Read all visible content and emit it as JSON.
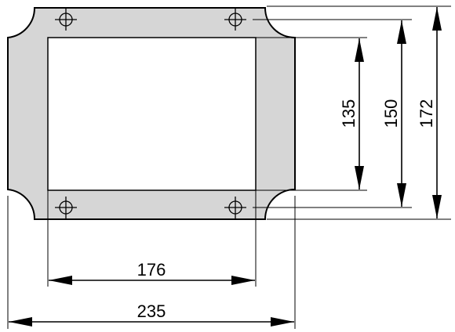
{
  "dimensions": {
    "inner_width": "176",
    "outer_width": "235",
    "height_inner": "135",
    "height_mid": "150",
    "height_outer": "172"
  },
  "colors": {
    "plate_fill": "#d6d6d6",
    "cutout_fill": "#ffffff",
    "line": "#000000"
  },
  "icons": [
    "mounting-hole-icon",
    "dimension-arrow-icon"
  ]
}
